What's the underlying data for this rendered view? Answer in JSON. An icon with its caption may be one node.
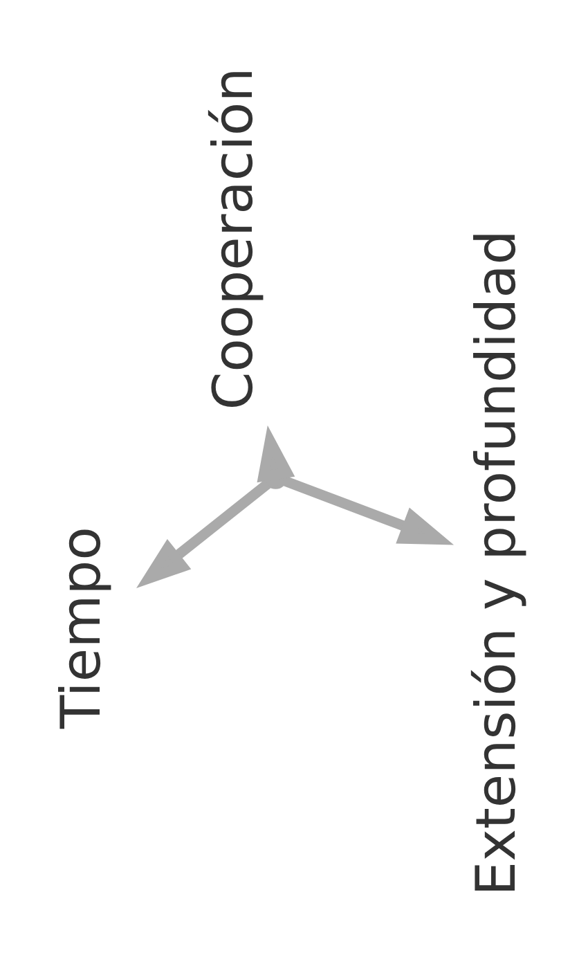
{
  "diagram": {
    "nodes": [
      {
        "text": [],
        "shape": "point"
      },
      {
        "text": [
          "Cooperación"
        ]
      },
      {
        "text": [
          "Extensión y profundidad"
        ]
      },
      {
        "text": [
          "Tiempo"
        ]
      }
    ],
    "edges": [
      {
        "from": 0,
        "to": 1,
        "arrow": "to"
      },
      {
        "from": 0,
        "to": 2,
        "arrow": "to"
      },
      {
        "from": 0,
        "to": 3,
        "arrow": "to"
      }
    ]
  }
}
